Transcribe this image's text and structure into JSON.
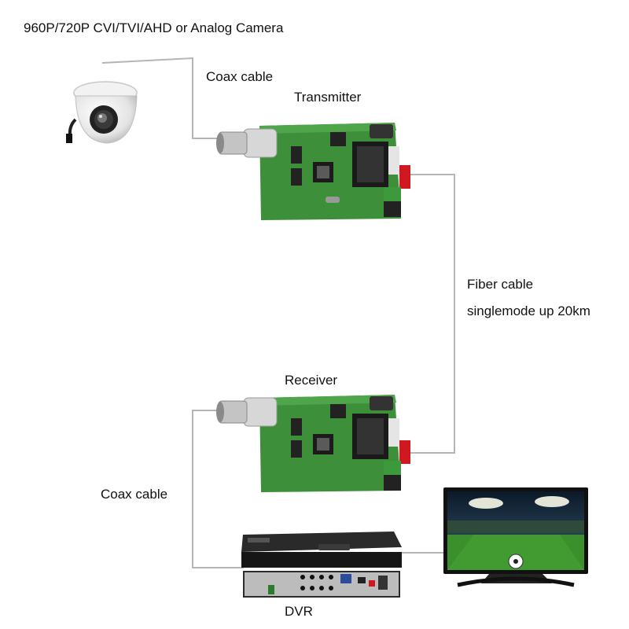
{
  "title": "960P/720P CVI/TVI/AHD or Analog Camera",
  "labels": {
    "coax_top": "Coax cable",
    "transmitter": "Transmitter",
    "fiber_line1": "Fiber cable",
    "fiber_line2": "singlemode up 20km",
    "receiver": "Receiver",
    "coax_bottom": "Coax cable",
    "dvr": "DVR"
  },
  "colors": {
    "pcb": "#3d8f3a",
    "pcb_dark": "#2a6d2a",
    "wire": "#b5b5b5",
    "fiber_connector": "#d01820",
    "terminal": "#3c9a3c"
  },
  "icons": [
    "dome-camera-icon",
    "transmitter-board-icon",
    "receiver-board-icon",
    "dvr-icon",
    "tv-monitor-icon"
  ]
}
